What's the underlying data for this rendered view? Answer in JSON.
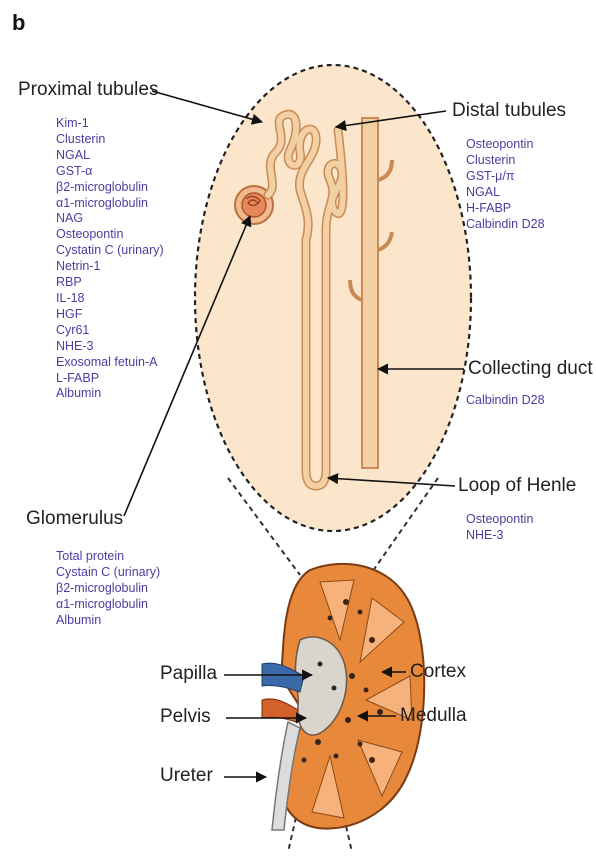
{
  "panel_label": "b",
  "colors": {
    "marker_text": "#4a3fa0",
    "callout_fill": "#fbe6cc",
    "tubule": "#f0c493",
    "kidney_cortex": "#e8883a",
    "kidney_medulla": "#f6b27a",
    "pelvis_vein": "#3b6aa8",
    "pelvis_artery": "#d3622a"
  },
  "labels": {
    "proximal_tubules": "Proximal tubules",
    "distal_tubules": "Distal tubules",
    "collecting_duct": "Collecting duct",
    "loop_of_henle": "Loop of Henle",
    "glomerulus": "Glomerulus",
    "papilla": "Papilla",
    "pelvis": "Pelvis",
    "ureter": "Ureter",
    "cortex": "Cortex",
    "medulla": "Medulla"
  },
  "markers": {
    "proximal_tubules": [
      "Kim-1",
      "Clusterin",
      "NGAL",
      "GST-α",
      "β2-microglobulin",
      "α1-microglobulin",
      "NAG",
      "Osteopontin",
      "Cystatin C (urinary)",
      "Netrin-1",
      "RBP",
      "IL-18",
      "HGF",
      "Cyr61",
      "NHE-3",
      "Exosomal fetuin-A",
      "L-FABP",
      "Albumin"
    ],
    "distal_tubules": [
      "Osteopontin",
      "Clusterin",
      "GST-μ/π",
      "NGAL",
      "H-FABP",
      "Calbindin D28"
    ],
    "collecting_duct": [
      "Calbindin D28"
    ],
    "loop_of_henle": [
      "Osteopontin",
      "NHE-3"
    ],
    "glomerulus": [
      "Total protein",
      "Cystain C (urinary)",
      "β2-microglobulin",
      "α1-microglobulin",
      "Albumin"
    ]
  }
}
